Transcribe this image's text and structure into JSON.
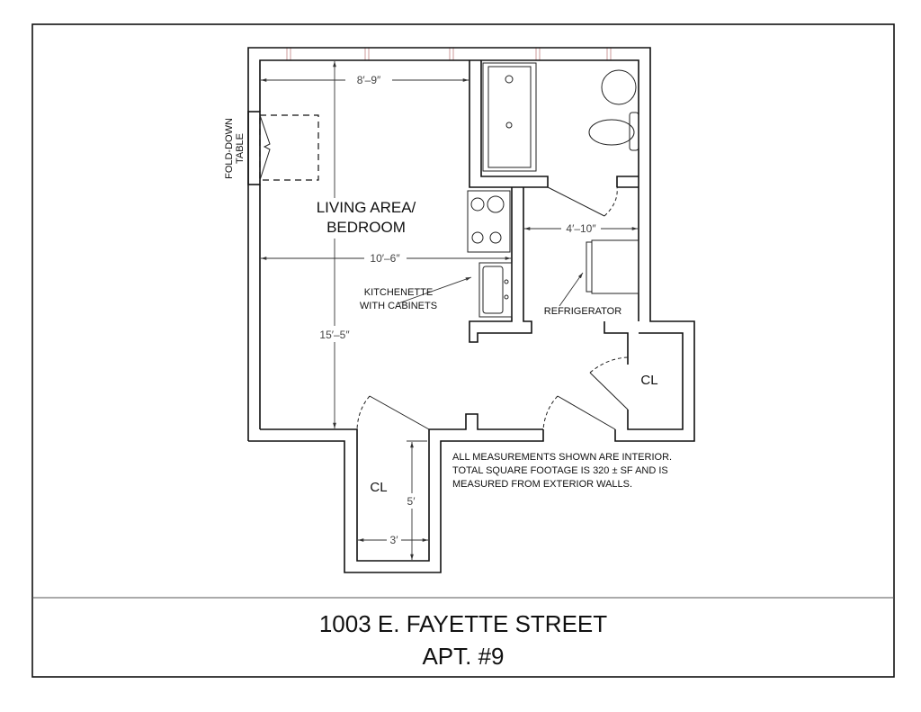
{
  "title": {
    "line1": "1003 E. FAYETTE STREET",
    "line2": "APT. #9"
  },
  "rooms": {
    "living_line1": "LIVING AREA/",
    "living_line2": "BEDROOM",
    "kitchen_line1": "KITCHENETTE",
    "kitchen_line2": "WITH CABINETS",
    "refrigerator": "REFRIGERATOR",
    "closet_right": "CL",
    "closet_bottom": "CL",
    "table_line1": "FOLD-DOWN",
    "table_line2": "TABLE"
  },
  "dimensions": {
    "top_width": "8′–9″",
    "mid_width": "10′–6″",
    "height": "15′–5″",
    "bath_width": "4′–10″",
    "closet_depth": "5′",
    "closet_width": "3′"
  },
  "note": {
    "line1": "ALL MEASUREMENTS SHOWN ARE INTERIOR.",
    "line2": "TOTAL SQUARE FOOTAGE IS 320 ± SF  AND IS",
    "line3": "MEASURED FROM EXTERIOR WALLS."
  }
}
